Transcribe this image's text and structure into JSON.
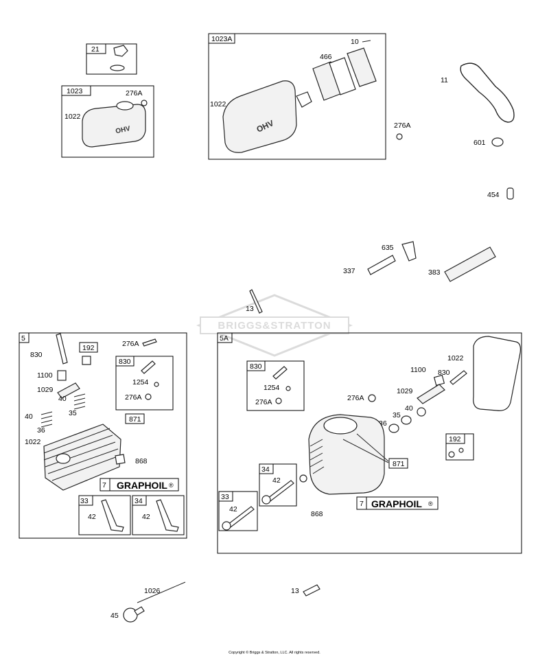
{
  "labels": {
    "c21": "21",
    "c1023": "1023",
    "l1022a": "1022",
    "l276a_1": "276A",
    "c1023A": "1023A",
    "l10": "10",
    "l466": "466",
    "l1022b": "1022",
    "l276a_2": "276A",
    "l11": "11",
    "l601": "601",
    "l454": "454",
    "l635": "635",
    "l337": "337",
    "l383": "383",
    "l13a": "13",
    "c5": "5",
    "l830a": "830",
    "c192a": "192",
    "l276a_3": "276A",
    "l1100a": "1100",
    "c830a": "830",
    "l1254a": "1254",
    "l1029a": "1029",
    "l40a": "40",
    "l276a_4": "276A",
    "l35a": "35",
    "l40b": "40",
    "c871a": "871",
    "l36a": "36",
    "l1022c": "1022",
    "l868a": "868",
    "c7a": "7",
    "graphoil_a": "GRAPHOIL",
    "c33a": "33",
    "l42a": "42",
    "c34a": "34",
    "l42b": "42",
    "c5A": "5A",
    "c830b": "830",
    "l1254b": "1254",
    "l276a_5": "276A",
    "l1022d": "1022",
    "l1100b": "1100",
    "l830b": "830",
    "l1029b": "1029",
    "l276a_6": "276A",
    "l40c": "40",
    "l35b": "35",
    "l36b": "36",
    "c192b": "192",
    "c871b": "871",
    "c34b": "34",
    "l42c": "42",
    "c33b": "33",
    "l42d": "42",
    "l868b": "868",
    "c7b": "7",
    "graphoil_b": "GRAPHOIL",
    "l1026": "1026",
    "l45": "45",
    "l13b": "13",
    "registered": "®",
    "watermark": "BRIGGS&STRATTON",
    "logo_text": "OHV"
  },
  "copyright": "Copyright © Briggs & Stratton, LLC. All rights reserved."
}
